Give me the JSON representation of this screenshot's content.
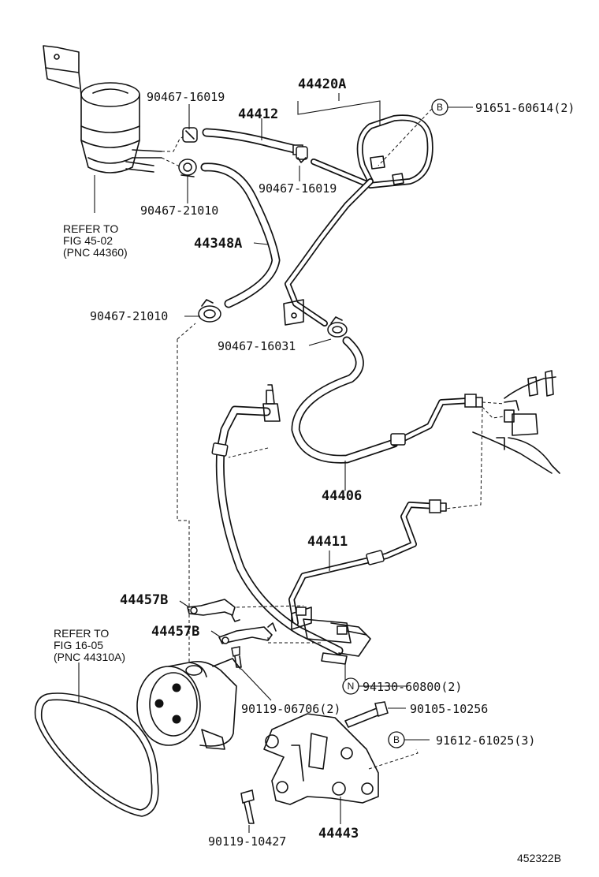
{
  "labels": {
    "p44420A": "44420A",
    "p91651": "91651-60614(2)",
    "p90467_16019_a": "90467-16019",
    "p44412": "44412",
    "p90467_16019_b": "90467-16019",
    "p90467_21010_a": "90467-21010",
    "p44348A": "44348A",
    "p90467_21010_b": "90467-21010",
    "p90467_16031": "90467-16031",
    "p44406": "44406",
    "p44411": "44411",
    "p44457B_a": "44457B",
    "p44457B_b": "44457B",
    "p94130": "94130-60800(2)",
    "p90119_06706": "90119-06706(2)",
    "p90105": "90105-10256",
    "p91612": "91612-61025(3)",
    "p90119_10427": "90119-10427",
    "p44443": "44443"
  },
  "notes": {
    "refer1": [
      "REFER TO",
      "FIG 45-02",
      "(PNC 44360)"
    ],
    "refer2": [
      "REFER TO",
      "FIG 16-05",
      "(PNC 44310A)"
    ]
  },
  "markers": {
    "b1": "B",
    "n1": "N",
    "b2": "B"
  },
  "figure_code": "452322B"
}
